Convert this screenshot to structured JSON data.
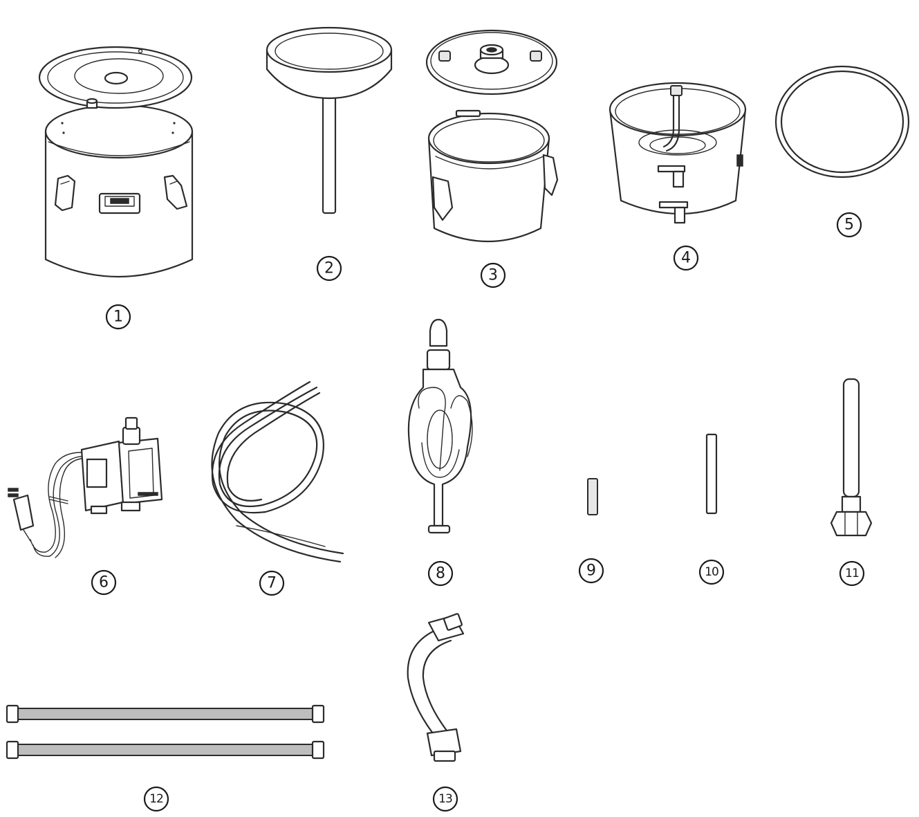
{
  "diagram": {
    "part_labels": [
      {
        "id": "1",
        "text": "1"
      },
      {
        "id": "2",
        "text": "2"
      },
      {
        "id": "3",
        "text": "3"
      },
      {
        "id": "4",
        "text": "4"
      },
      {
        "id": "5",
        "text": "5"
      },
      {
        "id": "6",
        "text": "6"
      },
      {
        "id": "7",
        "text": "7"
      },
      {
        "id": "8",
        "text": "8"
      },
      {
        "id": "9",
        "text": "9"
      },
      {
        "id": "10",
        "text": "10"
      },
      {
        "id": "11",
        "text": "11"
      },
      {
        "id": "12",
        "text": "12"
      },
      {
        "id": "13",
        "text": "13"
      }
    ]
  }
}
